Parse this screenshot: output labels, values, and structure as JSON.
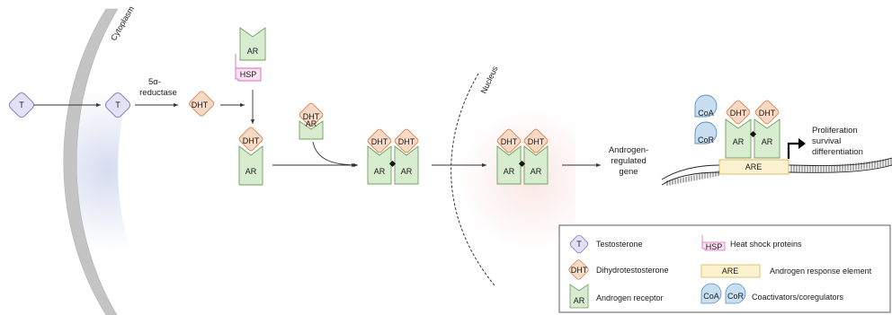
{
  "colors": {
    "testosterone_fill": "#e3e1f5",
    "testosterone_stroke": "#7d76bf",
    "dht_fill": "#f8d9c3",
    "dht_stroke": "#d0875a",
    "ar_fill": "#d8ecd0",
    "ar_stroke": "#6fa05c",
    "hsp_fill": "#fde2f3",
    "hsp_stroke": "#d36bc2",
    "are_fill": "#fdf2cf",
    "are_stroke": "#d8b857",
    "coa_fill": "#c8dff1",
    "coa_stroke": "#5b8fbf",
    "nucleus_glow": "#f5c8c2",
    "cytoplasm_glow": "#d2d8ee",
    "membrane": "#c4c4c4"
  },
  "tokens": {
    "T": "T",
    "DHT": "DHT",
    "AR": "AR",
    "HSP": "HSP",
    "CoA": "CoA",
    "CoR": "CoR",
    "ARE": "ARE"
  },
  "labels": {
    "cytoplasm": "Cytoplasm",
    "nucleus": "Nucleus",
    "reductase_line1": "5α-",
    "reductase_line2": "reductase",
    "gene_line1": "Androgen-",
    "gene_line2": "regulated",
    "gene_line3": "gene",
    "outcome_line1": "Proliferation",
    "outcome_line2": "survival",
    "outcome_line3": "differentiation"
  },
  "legend": {
    "testosterone": "Testosterone",
    "dht": "Dihydrotestosterone",
    "ar": "Androgen receptor",
    "hsp": "Heat shock proteins",
    "are": "Androgen response element",
    "coactivators": "Coactivators/coregulators"
  }
}
